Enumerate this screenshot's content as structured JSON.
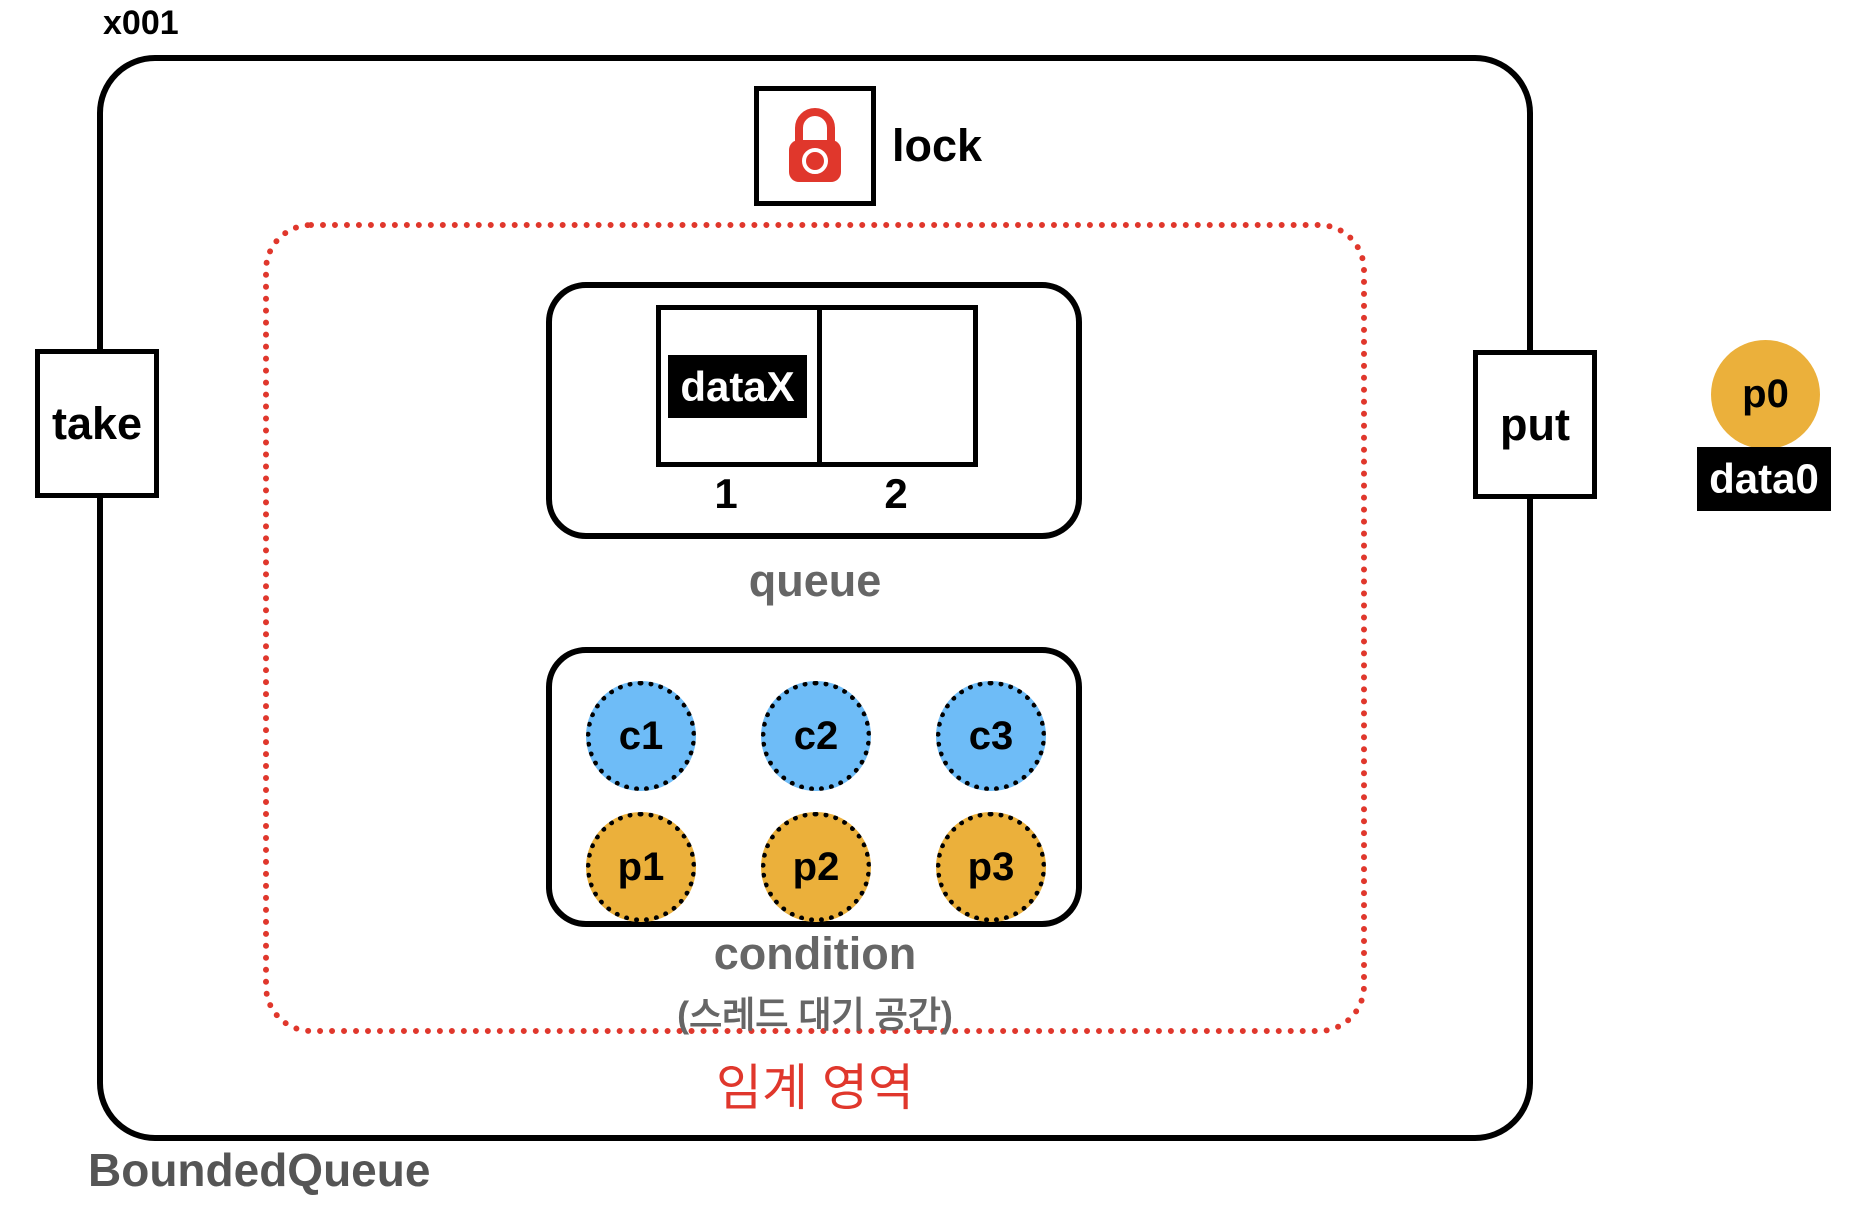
{
  "bounded_queue": {
    "instance_id": "x001",
    "class_name": "BoundedQueue",
    "lock_label": "lock",
    "take_label": "take",
    "put_label": "put",
    "critical_section_label": "임계 영역"
  },
  "queue": {
    "label": "queue",
    "slots": [
      {
        "index": "1",
        "value": "dataX"
      },
      {
        "index": "2",
        "value": ""
      }
    ]
  },
  "condition": {
    "label": "condition",
    "sublabel": "(스레드 대기 공간)",
    "consumers": [
      "c1",
      "c2",
      "c3"
    ],
    "producers": [
      "p1",
      "p2",
      "p3"
    ]
  },
  "outside_thread": {
    "name": "p0",
    "data": "data0"
  },
  "colors": {
    "consumer": "#6ebcf7",
    "producer": "#ebb03b",
    "critical": "#e0372c",
    "lock": "#e0372c"
  },
  "icons": {
    "lock": "padlock-icon"
  }
}
